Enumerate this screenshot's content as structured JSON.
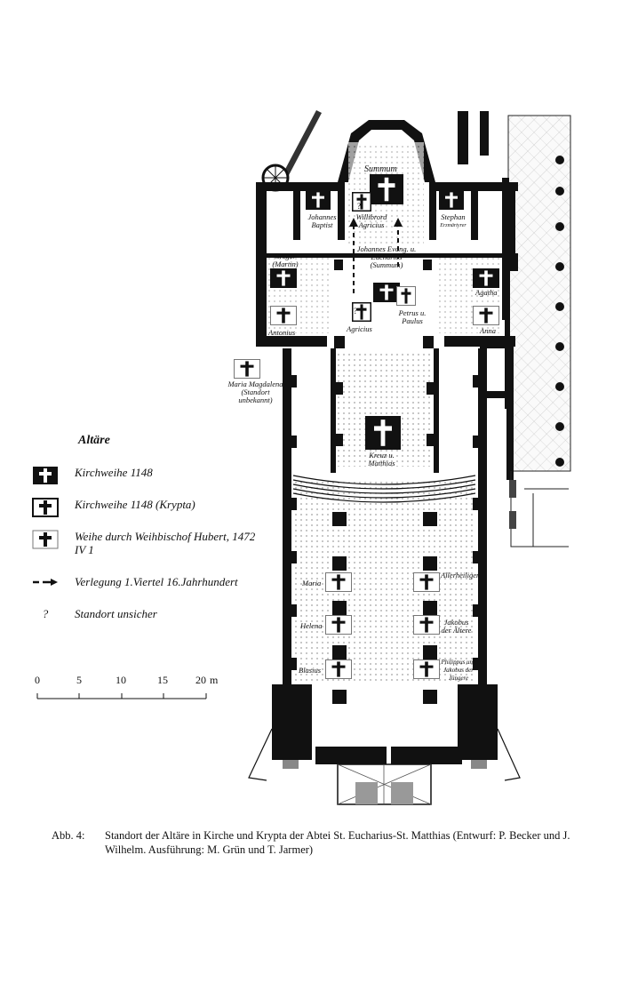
{
  "legend": {
    "title": "Altäre",
    "items": [
      {
        "icon": "cross-black-filled-icon",
        "text": "Kirchweihe 1148"
      },
      {
        "icon": "cross-framed-black-icon",
        "text": "Kirchweihe 1148 (Krypta)"
      },
      {
        "icon": "cross-outline-icon",
        "text": "Weihe durch Weihbischof Hubert, 1472 IV 1"
      },
      {
        "icon": "dashed-arrow-icon",
        "text": "Verlegung 1.Viertel 16.Jahrhundert"
      },
      {
        "icon": "question-mark-icon",
        "symbol": "?",
        "text": "Standort unsicher"
      }
    ]
  },
  "scale": {
    "ticks": [
      "0",
      "5",
      "10",
      "15",
      "20"
    ],
    "unit": "m"
  },
  "altars": {
    "summum": "Summum",
    "johannes_baptist": "Johannes Baptist",
    "wilibrord": "Willibrord Agricius",
    "stephan": "Stephan",
    "stephan_sub": "Erzmärtyrer",
    "gregor": "Gregor (Martin)",
    "johannes_evang": "Johannes Evang. u. Eucharius (Summum)",
    "agatha": "Agatha",
    "petrus": "Petrus u. Paulus",
    "antonius": "Antonius",
    "agricius": "Agricius",
    "anna": "Anna",
    "maria_magdalena": "Maria Magdalena (Standort unbekannt)",
    "kreuz": "Kreuz u. Matthias",
    "maria": "Maria",
    "allerheiligen": "Allerheiligen",
    "helena": "Helena",
    "jakobus": "Jakobus der Ältere",
    "blasius": "Blasius",
    "philippus": "Philippus und Jakobus der Jüngere",
    "question_mark": "?"
  },
  "caption": {
    "number": "Abb. 4:",
    "text": "Standort der Altäre in Kirche und Krypta der Abtei St. Eucharius-St. Matthias (Entwurf: P. Becker und J. Wilhelm. Ausführung: M. Grün und T. Jarmer)"
  }
}
